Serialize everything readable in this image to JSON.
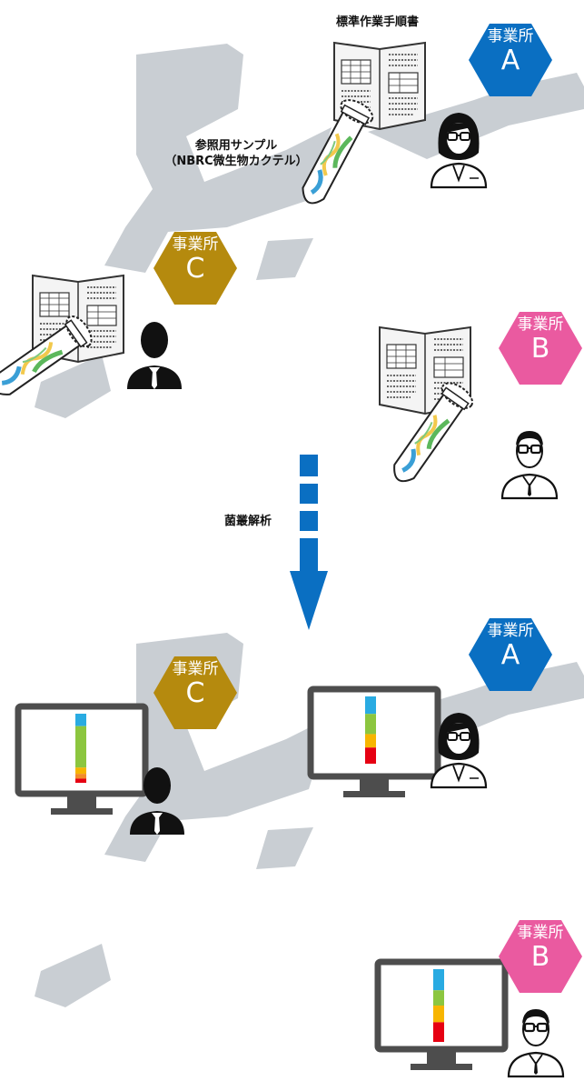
{
  "labels": {
    "sop": "標準作業手順書",
    "reference_sample_line1": "参照用サンプル",
    "reference_sample_line2": "（NBRC微生物カクテル）",
    "analysis": "菌叢解析"
  },
  "sites": {
    "a_top": {
      "title": "事業所",
      "letter": "A"
    },
    "b_top": {
      "title": "事業所",
      "letter": "B"
    },
    "c_top": {
      "title": "事業所",
      "letter": "C"
    },
    "a_bottom": {
      "title": "事業所",
      "letter": "A"
    },
    "b_bottom": {
      "title": "事業所",
      "letter": "B"
    },
    "c_bottom": {
      "title": "事業所",
      "letter": "C"
    }
  },
  "colors": {
    "site_a": "#0a6fc2",
    "site_b": "#ea5aa0",
    "site_c": "#b58a0e",
    "arrow": "#0a6fc2",
    "map": "#c9ced3",
    "monitor": "#4d4d4d"
  },
  "bar_colors": [
    "#29abe2",
    "#8cc63f",
    "#f7b500",
    "#e60012"
  ],
  "result_bars": {
    "a": [
      0.26,
      0.3,
      0.2,
      0.24
    ],
    "b": [
      0.29,
      0.21,
      0.23,
      0.27
    ],
    "c": [
      0.18,
      0.6,
      0.09,
      0.07,
      0.06
    ]
  }
}
